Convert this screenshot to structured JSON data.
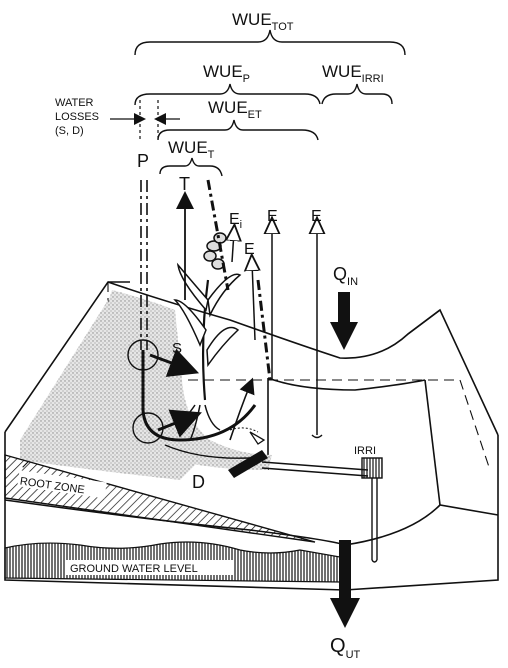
{
  "labels": {
    "wue_tot": {
      "main": "WUE",
      "sub": "TOT"
    },
    "wue_p": {
      "main": "WUE",
      "sub": "P"
    },
    "wue_irri": {
      "main": "WUE",
      "sub": "IRRI"
    },
    "wue_et": {
      "main": "WUE",
      "sub": "ET"
    },
    "wue_t": {
      "main": "WUE",
      "sub": "T"
    },
    "water_losses_line1": "WATER",
    "water_losses_line2": "LOSSES",
    "water_losses_line3": "(S, D)",
    "p": "P",
    "t": "T",
    "ei": {
      "main": "E",
      "sub": "i"
    },
    "e1": "E",
    "e2": "E",
    "e3": "E",
    "s": "S",
    "d": "D",
    "q_in": {
      "main": "Q",
      "sub": "IN"
    },
    "q_ut": {
      "main": "Q",
      "sub": "UT"
    },
    "irri": "IRRI",
    "root_zone": "ROOT ZONE",
    "ground_water_level": "GROUND WATER LEVEL"
  },
  "colors": {
    "ink": "#111111",
    "soil_stipple": "#bdbdbd",
    "background": "#ffffff"
  }
}
